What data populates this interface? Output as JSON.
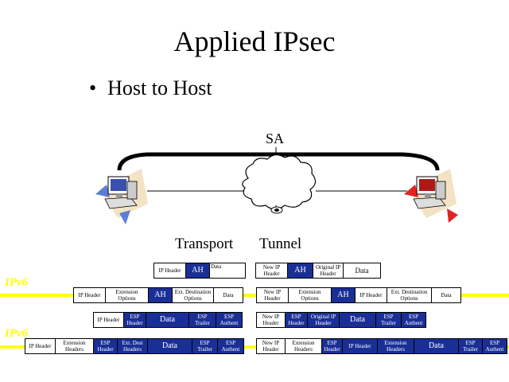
{
  "slide": {
    "title": "Applied IPsec",
    "bullet": "Host to Host",
    "sa_label": "SA",
    "transport_label": "Transport",
    "tunnel_label": "Tunnel",
    "ipv6_label": "IPv6"
  },
  "colors": {
    "accent_blue": "#1a2f96",
    "ipv6_yellow": "#ffff00",
    "host_left": "#5b7fd6",
    "host_right": "#e32222"
  },
  "packets": {
    "t_ah_v4": [
      "IP Header",
      "AH",
      "Data"
    ],
    "u_ah_v4": [
      "New IP Header",
      "AH",
      "Original IP Header",
      "Data"
    ],
    "t_ah_v6": [
      "IP Header",
      "Extension Options",
      "AH",
      "Ext. Destination Options",
      "Data"
    ],
    "u_ah_v6": [
      "New IP Header",
      "Extension Options",
      "AH",
      "IP Header",
      "Ext. Destination Options",
      "Data"
    ],
    "t_esp_v4": [
      "IP Header",
      "ESP Header",
      "Data",
      "ESP Trailer",
      "ESP Authent"
    ],
    "u_esp_v4": [
      "New IP Header",
      "ESP Header",
      "Original IP Header",
      "Data",
      "ESP Trailer",
      "ESP Authent"
    ],
    "t_esp_v6": [
      "IP Header",
      "Extension Headers",
      "ESP Header",
      "Ext. Dest Headers",
      "Data",
      "ESP Trailer",
      "ESP Authent"
    ],
    "u_esp_v6": [
      "New IP Header",
      "Extension Headers",
      "ESP Header",
      "IP Header",
      "Extension Headers",
      "Data",
      "ESP Trailer",
      "ESP Authent"
    ]
  }
}
